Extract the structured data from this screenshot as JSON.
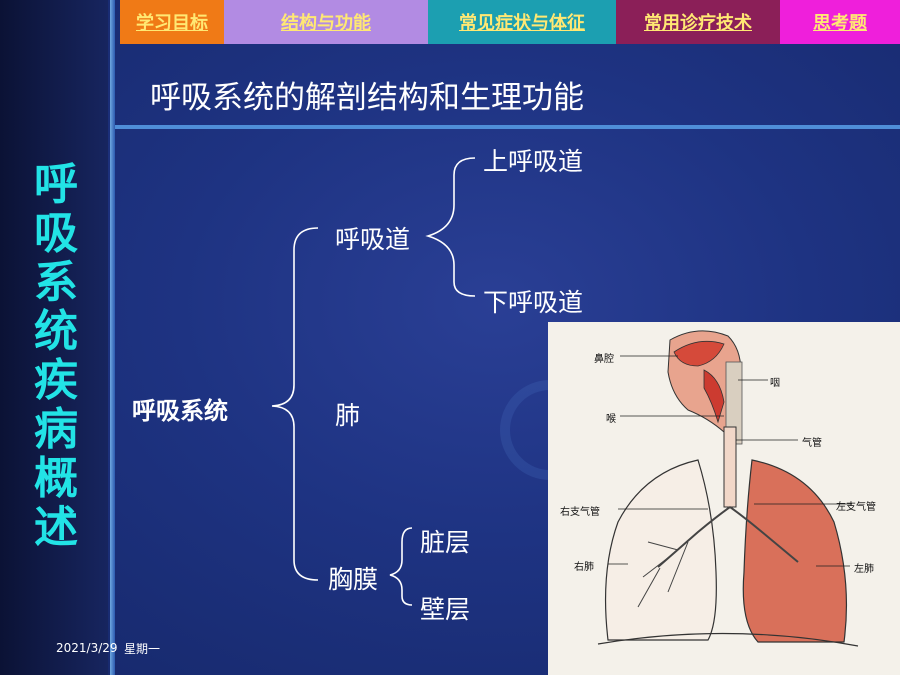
{
  "tabs": [
    {
      "label": "学习目标",
      "color": "#f07a16"
    },
    {
      "label": "结构与功能",
      "color": "#b28be3"
    },
    {
      "label": "常见症状与体征",
      "color": "#1c9fb1"
    },
    {
      "label": "常用诊疗技术",
      "color": "#8b1f58"
    },
    {
      "label": "思考题",
      "color": "#ef1fdb"
    }
  ],
  "side_title": [
    "呼",
    "吸",
    "系",
    "统",
    "疾",
    "病",
    "概",
    "述"
  ],
  "heading": "呼吸系统的解剖结构和生理功能",
  "tree": {
    "root": "呼吸系统",
    "airway": "呼吸道",
    "upper_airway": "上呼吸道",
    "lower_airway": "下呼吸道",
    "lung": "肺",
    "pleura": "胸膜",
    "visceral": "脏层",
    "parietal": "壁层"
  },
  "footer": {
    "date": "2021/3/29",
    "weekday": "星期一"
  },
  "figure": {
    "labels": {
      "nasal_cavity": "鼻腔",
      "pharynx": "咽",
      "larynx": "喉",
      "trachea": "气管",
      "right_bronchus": "右支气管",
      "left_bronchus": "左支气管",
      "right_lung": "右肺",
      "left_lung": "左肺"
    }
  },
  "colors": {
    "background": "#1c2f7a",
    "accent_cyan": "#22e3e6",
    "tab_text": "#ffe873",
    "divider": "#4f8ed8"
  }
}
